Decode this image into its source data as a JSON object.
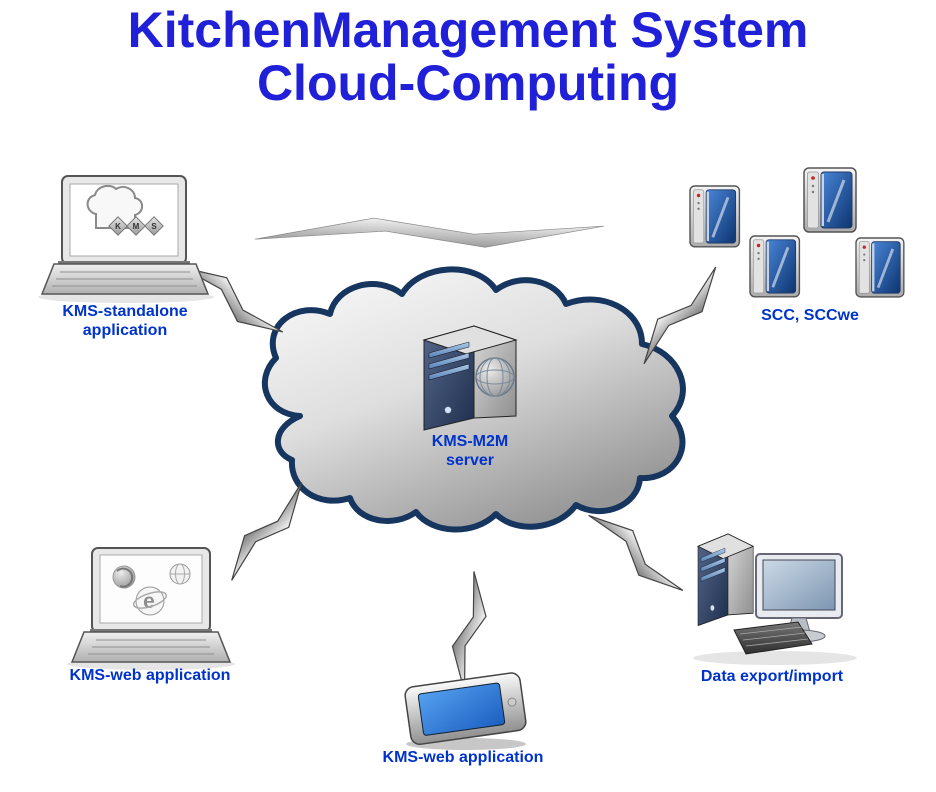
{
  "title": {
    "line1": "KitchenManagement System",
    "line2": "Cloud-Computing"
  },
  "nodes": {
    "standalone_app": {
      "label_line1": "KMS-standalone",
      "label_line2": "application",
      "icon": "laptop-kms-icon"
    },
    "scc_ovens": {
      "label": "SCC, SCCwe",
      "icon": "combi-oven-icon"
    },
    "m2m_server": {
      "label_line1": "KMS-M2M",
      "label_line2": "server",
      "icon": "server-tower-icon"
    },
    "web_app_laptop": {
      "label": "KMS-web application",
      "icon": "laptop-browser-icon"
    },
    "data_export": {
      "label": "Data export/import",
      "icon": "desktop-pc-icon"
    },
    "web_app_tablet": {
      "label": "KMS-web application",
      "icon": "tablet-icon"
    }
  },
  "icon_text": {
    "k": "K",
    "m": "M",
    "s": "S",
    "e": "e"
  },
  "connectors": {
    "style": "lightning-bolt",
    "count": 5
  },
  "colors": {
    "title_text": "#2020d8",
    "label_text": "#0033cc",
    "cloud_border": "#16365f",
    "cloud_fill_light": "#fafafa",
    "cloud_fill_dark": "#989898",
    "server_front_navy": "#1e2f4e",
    "drive_bay_blue": "#5580b5",
    "oven_door_blue": "#0d3470",
    "tablet_screen_blue": "#1b5fc0",
    "monitor_screen_gray_blue": "#7d96b2"
  }
}
